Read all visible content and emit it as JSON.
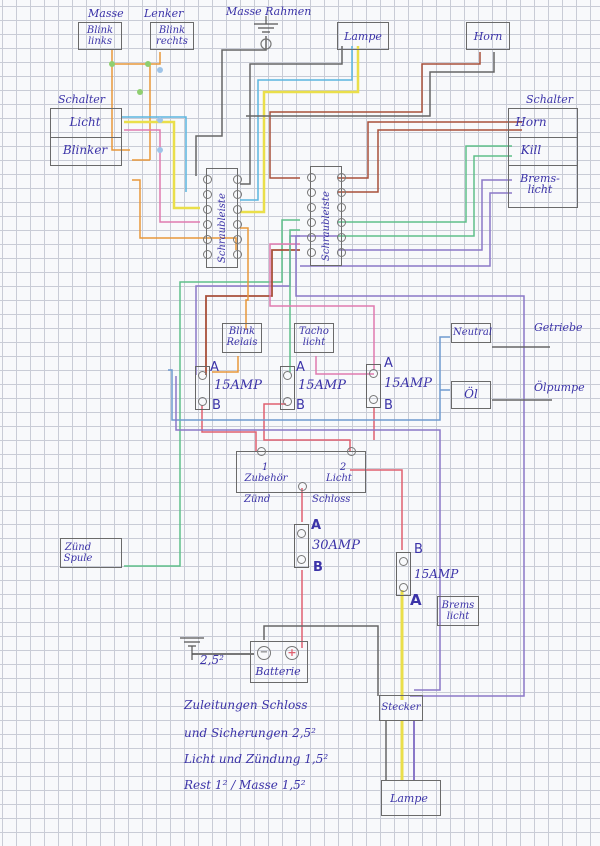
{
  "title_labels": {
    "masse": "Masse",
    "lenker": "Lenker",
    "masse_rahmen": "Masse Rahmen"
  },
  "components": {
    "blink_links": "Blink links",
    "blink_rechts": "Blink rechts",
    "lampe_top": "Lampe",
    "horn": "Horn",
    "schalter_left_title": "Schalter",
    "schalter_left_licht": "Licht",
    "schalter_left_blinker": "Blinker",
    "schalter_right_title": "Schalter",
    "schalter_right_horn": "Horn",
    "schalter_right_kill": "Kill",
    "schalter_right_bremslicht": "Brems-licht",
    "schraubleiste_1": "Schraubleiste",
    "schraubleiste_2": "Schraubleiste",
    "blink_relais": "Blink Relais",
    "tacho_licht": "Tacho licht",
    "neutral": "Neutral",
    "oel": "Öl",
    "getriebe": "Getriebe",
    "oelpumpe": "Ölpumpe",
    "zuendschloss_1": "1",
    "zuendschloss_2": "2",
    "zuendschloss_zubehoer": "Zubehör",
    "zuendschloss_licht": "Licht",
    "zuendschloss_zuend": "Zünd",
    "zuendschloss_schloss": "Schloss",
    "zuendspule": "Zünd Spule",
    "bremslicht": "Brems licht",
    "batterie": "Batterie",
    "batterie_minus": "−",
    "batterie_plus": "+",
    "masse_gauge": "2,5²",
    "stecker": "Stecker",
    "lampe_bottom": "Lampe"
  },
  "fuses": [
    {
      "id": "fuse-1",
      "rating": "15AMP",
      "pin_a": "A",
      "pin_b": "B"
    },
    {
      "id": "fuse-2",
      "rating": "15AMP",
      "pin_a": "A",
      "pin_b": "B"
    },
    {
      "id": "fuse-3",
      "rating": "15AMP",
      "pin_a": "A",
      "pin_b": "B"
    },
    {
      "id": "fuse-main",
      "rating": "30AMP",
      "pin_a": "A",
      "pin_b": "B"
    },
    {
      "id": "fuse-brake",
      "rating": "15AMP",
      "pin_a": "A",
      "pin_b": "B"
    }
  ],
  "notes": [
    "Zuleitungen Schloss",
    "und Sicherungen 2,5²",
    "Licht und Zündung 1,5²",
    "Rest 1² / Masse 1,5²"
  ],
  "wire_colors": {
    "orange": "#e8973a",
    "green": "#5fbf8a",
    "lightblue": "#5ab6e0",
    "yellow": "#eadf4a",
    "pink": "#e07ab0",
    "red": "#e06070",
    "brown": "#a8503a",
    "gray": "#666666",
    "purple": "#8a78c8",
    "blue": "#6f9ad0"
  }
}
